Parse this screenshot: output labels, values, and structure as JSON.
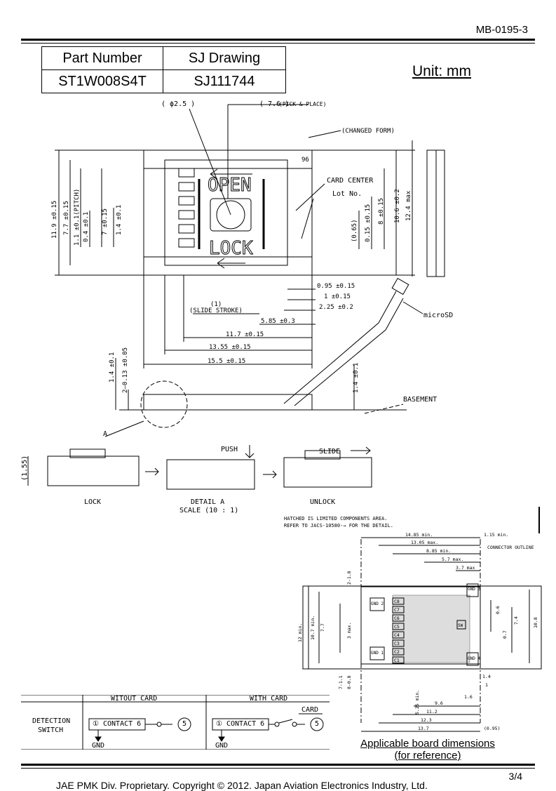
{
  "header": {
    "doc_number": "MB-0195-3",
    "unit": "Unit: mm"
  },
  "part_table": {
    "col1_header": "Part Number",
    "col2_header": "SJ Drawing",
    "col1_value": "ST1W008S4T",
    "col2_value": "SJ111744"
  },
  "top_view": {
    "dia": "( ϕ2.5 )",
    "pick": "( 7.6 )",
    "pick_note": "(PICK & PLACE)",
    "changed_form": "(CHANGED FORM)",
    "card_center": "CARD CENTER",
    "lot_no": "Lot No.",
    "open_mark": "OPEN",
    "lock_mark": "LOCK",
    "cover_mark": "96",
    "microsd": "microSD",
    "basement": "BASEMENT",
    "detail_ref": "A",
    "slide_stroke_num": "(1)",
    "slide_stroke": "(SLIDE STROKE)",
    "dims_left": [
      "11.9 ±0.15",
      "7.7 ±0.15",
      "1.1 ±0.1(PITCH)",
      "0.4 ±0.1",
      "7 ±0.15",
      "1.4 ±0.1"
    ],
    "dims_right": [
      "(0.65)",
      "0.15 ±0.15",
      "8 ±0.15",
      "10.6 ±0.2",
      "12.4 max"
    ],
    "dims_bottom": [
      "0.95 ±0.15",
      "1 ±0.15",
      "2.25 ±0.2",
      "5.85 ±0.3",
      "11.7 ±0.15",
      "13.55 ±0.15",
      "15.5 ±0.15"
    ],
    "dims_side": [
      "1.4 ±0.1",
      "2–0.13 ±0.05",
      "1.4 ±0.1"
    ]
  },
  "detail": {
    "height": "(1.55)",
    "push": "PUSH",
    "slide": "SLIDE",
    "lock": "LOCK",
    "detail_a": "DETAIL A",
    "scale": "SCALE (10 : 1)",
    "unlock": "UNLOCK"
  },
  "board": {
    "note1": "HATCHED IS LIMITED COMPONENTS AREA.",
    "note2": "REFER TO JACS-10580-→ FOR THE DETAIL.",
    "connector_outline": "CONNECTOR OUTLINE",
    "top_dims": [
      "14.85 min.",
      "13.05 max.",
      "8.85 min.",
      "5.7 max.",
      "3.7 max",
      "1.15 min."
    ],
    "left_dims": [
      "12 min.",
      "10.7 min.",
      "7.7",
      "3 max.",
      "2-1.8",
      "7-1.1",
      "8-0.8"
    ],
    "right_dims": [
      "0.6",
      "0.7",
      "7.4",
      "10.8"
    ],
    "bottom_dims": [
      "1.4",
      "1",
      "1.6",
      "5.25 min.",
      "9.6",
      "11.2",
      "12.3",
      "13.7",
      "(0.95)"
    ],
    "pads": [
      "C8",
      "C7",
      "C6",
      "C5",
      "C4",
      "C3",
      "C2",
      "C1"
    ],
    "gnd_labels": [
      "GND 2",
      "GND 1",
      "GND 3",
      "GND 4"
    ],
    "sw_label": "SW",
    "caption_line1": "Applicable board dimensions",
    "caption_line2": "(for reference)"
  },
  "switch_table": {
    "col_without": "WITOUT CARD",
    "col_with": "WITH CARD",
    "row_label_1": "DETECTION",
    "row_label_2": "SWITCH",
    "contact": "① CONTACT 6",
    "contact_with": "① CONTACT 6",
    "pin5": "5",
    "pin5_with": "5",
    "card": "CARD",
    "gnd": "GND",
    "gnd_with": "GND"
  },
  "footer": {
    "page": "3/4",
    "copyright": "JAE PMK Div. Proprietary. Copyright ©  2012. Japan Aviation Electronics Industry, Ltd."
  }
}
